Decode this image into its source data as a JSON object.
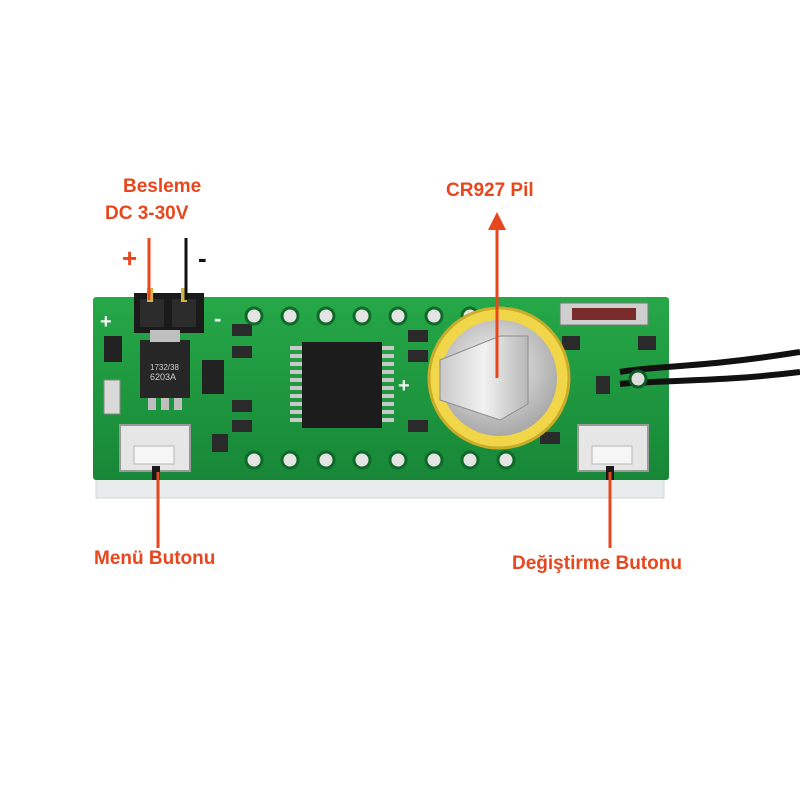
{
  "labels": {
    "power_title": "Besleme",
    "power_voltage": "DC 3-30V",
    "plus_sign": "+",
    "minus_sign": "-",
    "battery": "CR927 Pil",
    "menu_button": "Menü Butonu",
    "change_button": "Değiştirme Butonu"
  },
  "board_text": {
    "regulator_marking_1": "6203A",
    "regulator_marking_2": "1732/38",
    "board_plus": "+",
    "board_minus": "-",
    "coin_plus": "+"
  },
  "colors": {
    "annotation": "#e8461c",
    "pcb": "#1f9a3e",
    "pcb_dark": "#137a2c",
    "coin_holder": "#f1d64a"
  }
}
